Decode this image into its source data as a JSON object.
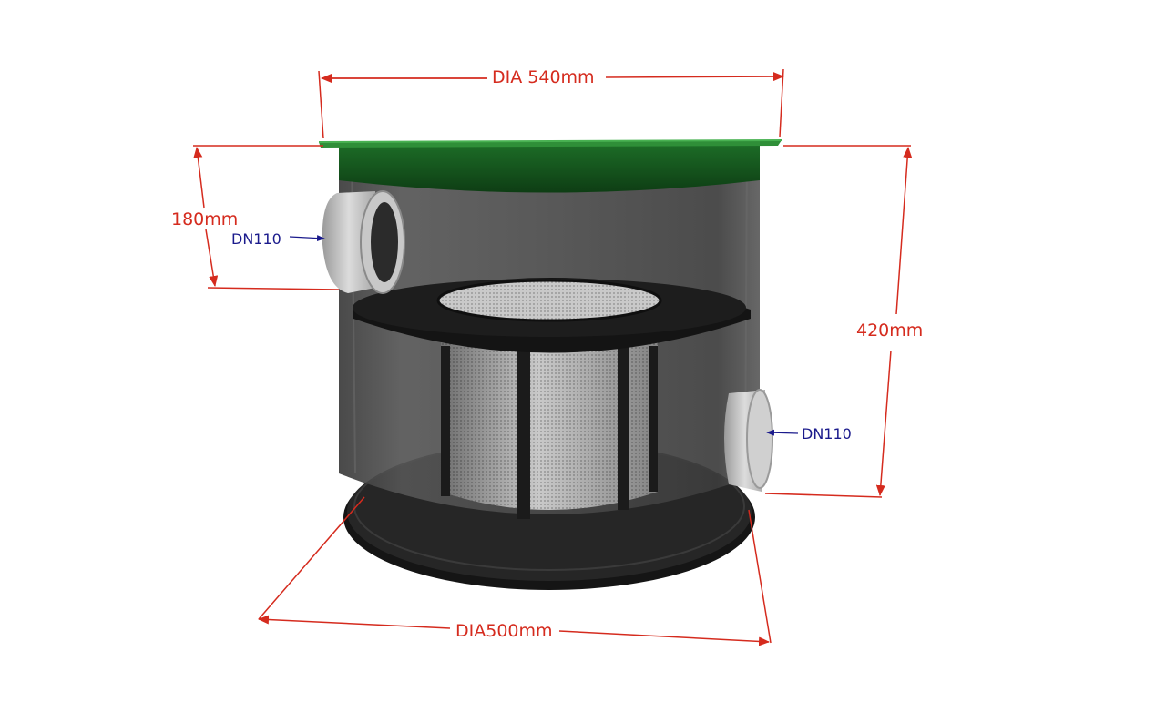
{
  "labels": {
    "top_diameter": "DIA 540mm",
    "bottom_diameter": "DIA500mm",
    "inlet_height": "180mm",
    "total_height": "420mm",
    "inlet_pipe": "DN110",
    "outlet_pipe": "DN110"
  },
  "colors": {
    "dimension_red": "#d52b1e",
    "pipe_label_blue": "#1a1a8c",
    "lid_green": "#1f7a2a",
    "body_dark": "#2d2d2d",
    "pipe_grey": "#bfbfbf",
    "mesh_grey": "#b8b8b8"
  }
}
